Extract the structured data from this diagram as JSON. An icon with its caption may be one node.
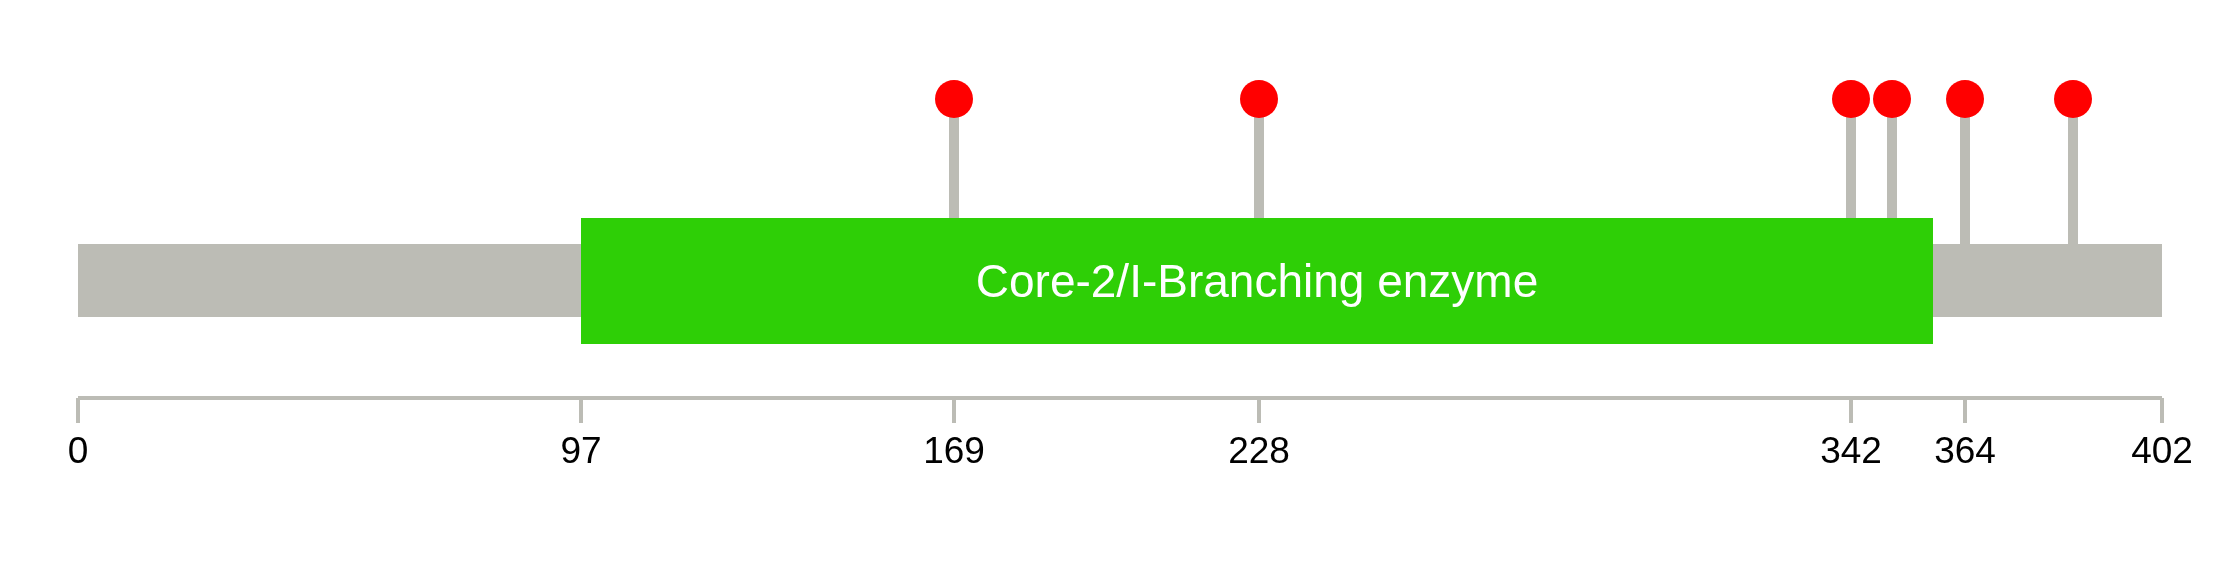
{
  "diagram": {
    "nodes": [
      {
        "text": [
          "Core-2/I-Branching enzyme"
        ]
      }
    ],
    "labels": [
      "0",
      "97",
      "169",
      "228",
      "342",
      "364",
      "402"
    ]
  }
}
